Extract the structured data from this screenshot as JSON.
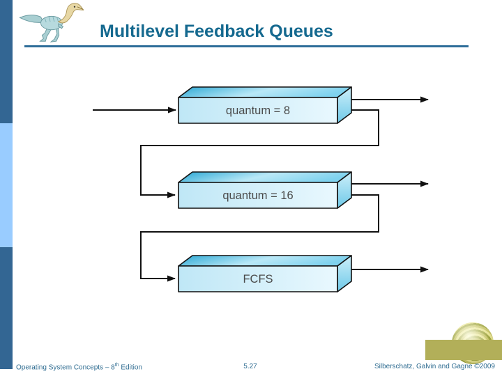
{
  "slide": {
    "title": "Multilevel Feedback Queues"
  },
  "diagram": {
    "type": "flow",
    "description": "Multilevel feedback queue scheduling: jobs enter the top queue; unfinished jobs are demoted to the queue below; each queue has an exit path to the right.",
    "queues": [
      {
        "label": "quantum = 8"
      },
      {
        "label": "quantum = 16"
      },
      {
        "label": "FCFS"
      }
    ],
    "flows": [
      "entry -> quantum = 8",
      "quantum = 8 -> exit",
      "quantum = 8 -> quantum = 16",
      "quantum = 16 -> exit",
      "quantum = 16 -> FCFS",
      "FCFS -> exit"
    ]
  },
  "footer": {
    "book": {
      "prefix": "Operating System Concepts – 8",
      "superscript": "th",
      "suffix": " Edition"
    },
    "page": "5.27",
    "credit": "Silberschatz, Galvin and Gagne ©2009"
  },
  "colors": {
    "title_teal": "#15698f",
    "rule_blue": "#2e6d99",
    "sidebar_dark": "#336693",
    "sidebar_light": "#99ccff",
    "banner_olive": "#b2af59",
    "box_top_face": "#2aa7d3",
    "box_front_face": "#d8f1fb",
    "line_black": "#111111"
  },
  "icons": {
    "dinosaur_logo": "dinosaur-logo",
    "yarn_ball": "yarn-ball-decoration"
  }
}
